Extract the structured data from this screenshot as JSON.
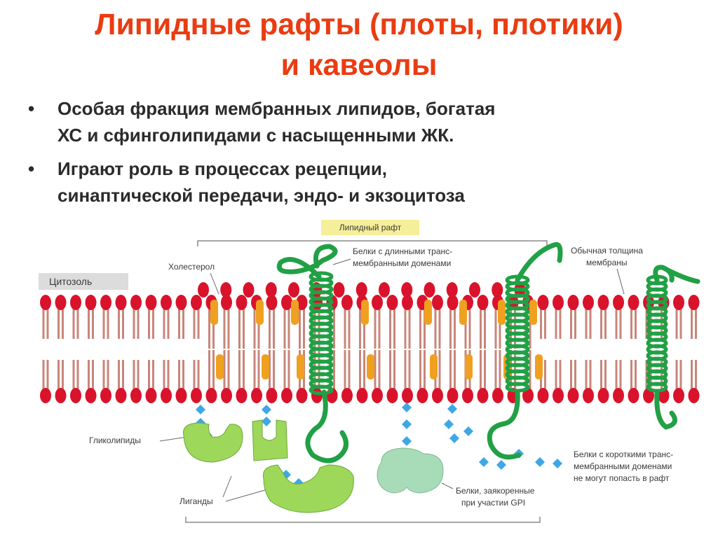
{
  "title": {
    "line1": "Липидные рафты (плоты, плотики)",
    "line2": "и кавеолы"
  },
  "bullets": [
    {
      "line1": "Особая фракция мембранных липидов, богатая",
      "line2": "ХС и сфинголипидами с насыщенными ЖК."
    },
    {
      "line1": "Играют роль в процессах рецепции,",
      "line2": "синаптической передачи, эндо- и экзоцитоза"
    }
  ],
  "bullet_symbol": "•",
  "diagram": {
    "raft_label": "Липидный рафт",
    "cytosol_label": "Цитозоль",
    "cholesterol_label": "Холестерол",
    "long_tm_label": {
      "line1": "Белки с длинными транс-",
      "line2": "мембранными доменами"
    },
    "normal_thickness_label": {
      "line1": "Обычная толщина",
      "line2": "мембраны"
    },
    "glycolipids_label": "Гликолипиды",
    "ligands_label": "Лиганды",
    "gpi_label": {
      "line1": "Белки, заякоренные",
      "line2": "при участии GPI"
    },
    "short_tm_label": {
      "line1": "Белки с короткими транс-",
      "line2": "мембранными доменами",
      "line3": "не могут попасть в рафт"
    }
  },
  "colors": {
    "title": "#ea3c12",
    "lipid_head": "#d9132b",
    "lipid_tail": "#c8867a",
    "cholesterol": "#f0a020",
    "protein": "#21a045",
    "ligand": "#9dd85a",
    "gpi_protein": "#a8dcb8",
    "sugar": "#3ea7e6"
  }
}
